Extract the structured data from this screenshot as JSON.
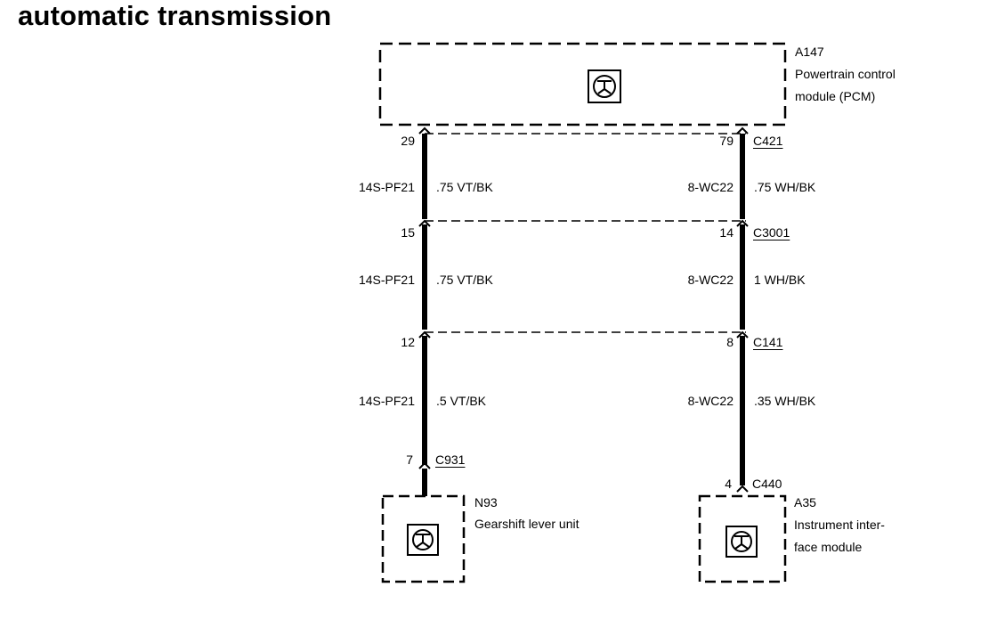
{
  "title": "automatic transmission",
  "components": {
    "pcm": {
      "code": "A147",
      "name_line1": "Powertrain control",
      "name_line2": "module (PCM)",
      "icon": "control-module-icon"
    },
    "gearshift": {
      "code": "N93",
      "name": "Gearshift lever unit",
      "icon": "control-module-icon"
    },
    "instrument": {
      "code": "A35",
      "name_line1": "Instrument inter-",
      "name_line2": "face module",
      "icon": "control-module-icon"
    }
  },
  "connectors": {
    "c421": {
      "name": "C421",
      "pin_left": "29",
      "pin_right": "79"
    },
    "c3001": {
      "name": "C3001",
      "pin_left": "15",
      "pin_right": "14"
    },
    "c141": {
      "name": "C141",
      "pin_left": "12",
      "pin_right": "8"
    },
    "c931": {
      "name": "C931",
      "pin": "7"
    },
    "c440": {
      "name": "C440",
      "pin": "4"
    }
  },
  "wires": {
    "left": {
      "seg1": {
        "circuit": "14S-PF21",
        "spec": ".75 VT/BK"
      },
      "seg2": {
        "circuit": "14S-PF21",
        "spec": ".75 VT/BK"
      },
      "seg3": {
        "circuit": "14S-PF21",
        "spec": ".5 VT/BK"
      }
    },
    "right": {
      "seg1": {
        "circuit": "8-WC22",
        "spec": ".75 WH/BK"
      },
      "seg2": {
        "circuit": "8-WC22",
        "spec": "1 WH/BK"
      },
      "seg3": {
        "circuit": "8-WC22",
        "spec": ".35 WH/BK"
      }
    }
  }
}
